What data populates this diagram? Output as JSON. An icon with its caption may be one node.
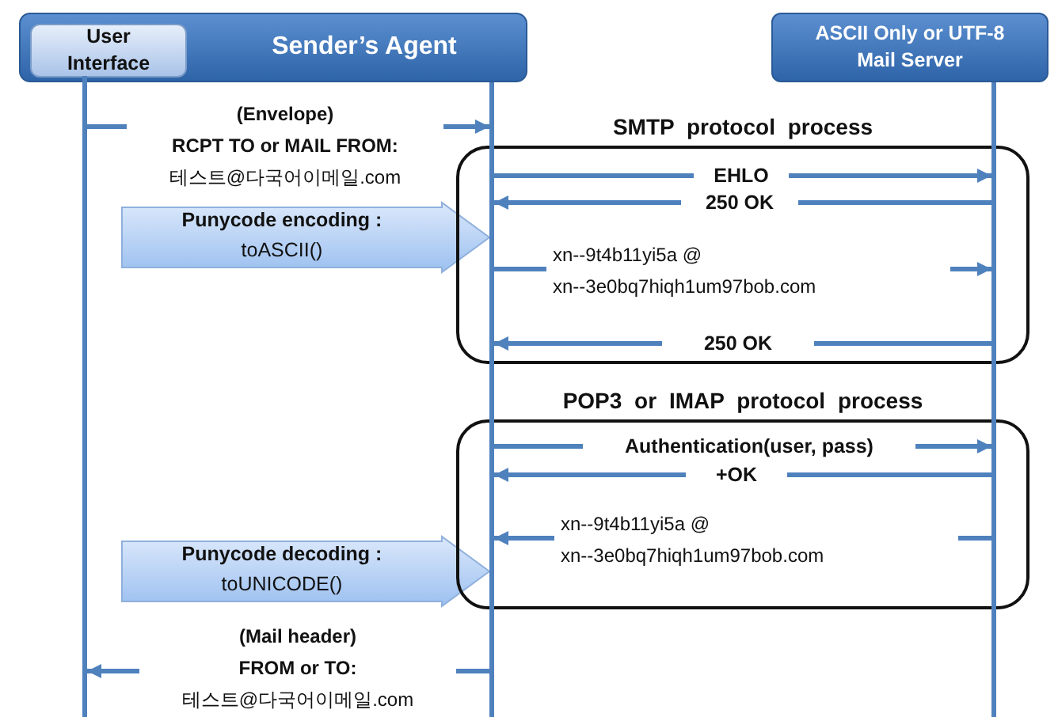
{
  "diagram": {
    "nodes": [
      {
        "text": [
          "Sender’s Agent"
        ]
      },
      {
        "text": [
          "User Interface"
        ],
        "in": 0
      },
      {
        "text": [
          "ASCII Only or UTF-8 Mail Server"
        ]
      },
      {
        "text": [],
        "shape": "line"
      },
      {
        "text": [],
        "shape": "line"
      },
      {
        "text": [],
        "shape": "line"
      }
    ],
    "edges": [
      {
        "from": 3,
        "to": 4,
        "arrow": "to",
        "label": "**(Envelope) RCPT TO or MAIL FROM:** 테스트@다국어이메일.com"
      },
      {
        "from": 4,
        "to": 5,
        "arrow": "to",
        "label": "EHLO"
      },
      {
        "from": 5,
        "to": 4,
        "arrow": "to",
        "label": "250 OK"
      },
      {
        "from": null,
        "to": 4,
        "arrow": "to",
        "label": "**Punycode encoding :** toASCII()"
      },
      {
        "from": 4,
        "to": 5,
        "arrow": "to",
        "label": "xn--9t4b11yi5a @ xn--3e0bq7hiqh1um97bob.com"
      },
      {
        "from": 5,
        "to": 4,
        "arrow": "to",
        "label": "250 OK"
      },
      {
        "from": 4,
        "to": 5,
        "arrow": "to",
        "label": "Authentication(user, pass)"
      },
      {
        "from": 5,
        "to": 4,
        "arrow": "to",
        "label": "+OK"
      },
      {
        "from": 5,
        "to": 4,
        "arrow": "to",
        "label": "xn--9t4b11yi5a @ xn--3e0bq7hiqh1um97bob.com"
      },
      {
        "from": null,
        "to": 4,
        "arrow": "to",
        "label": "**Punycode decoding :** toUNICODE()"
      },
      {
        "from": 4,
        "to": 3,
        "arrow": "to",
        "label": "**(Mail header) FROM or TO:** 테스트@다국어이메일.com"
      }
    ],
    "labels": [
      "SMTP protocol process",
      "POP3 or IMAP protocol process"
    ]
  }
}
